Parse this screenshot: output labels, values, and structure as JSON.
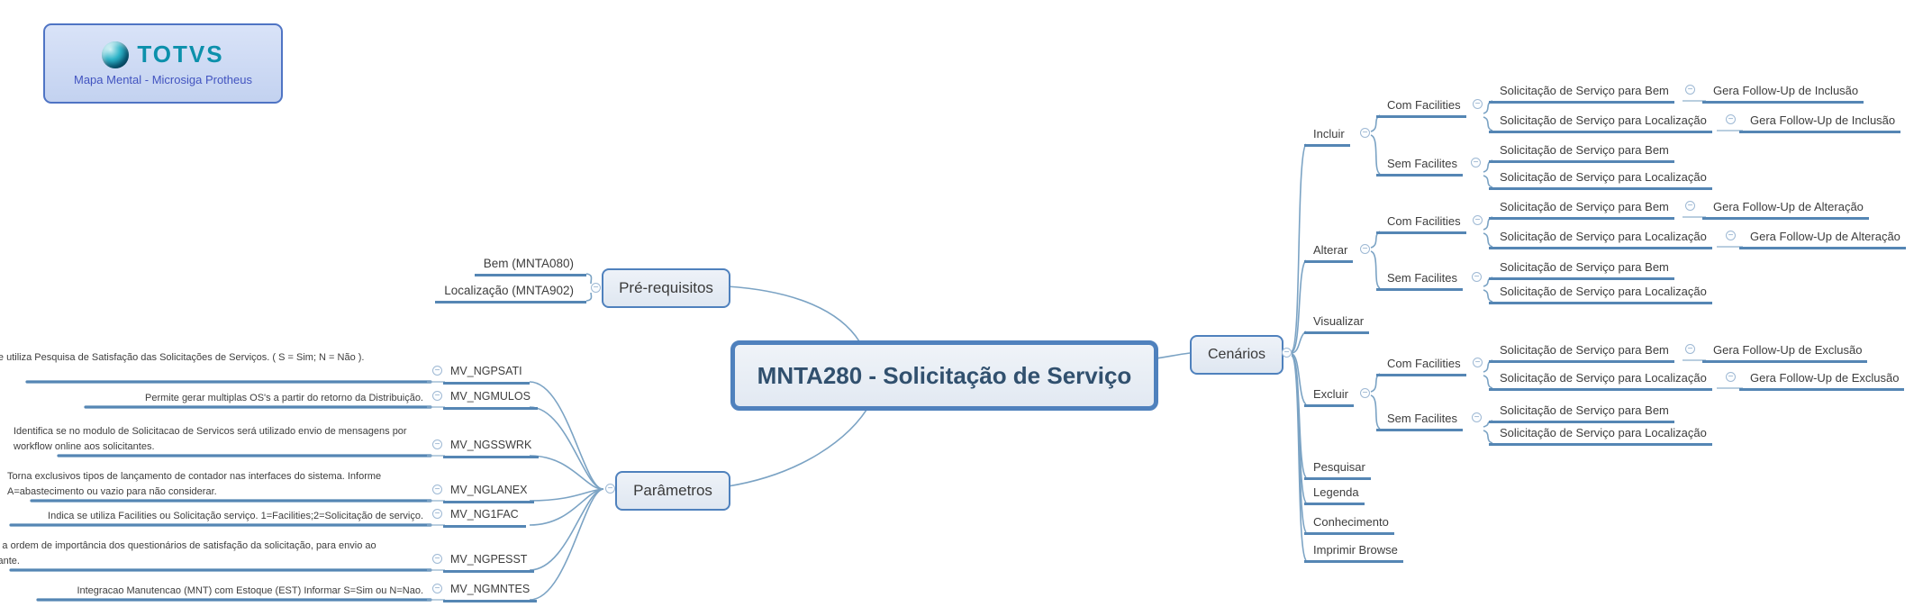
{
  "header": {
    "brand": "TOTVS",
    "subtitle": "Mapa Mental - Microsiga Protheus"
  },
  "root": {
    "label": "MNTA280 - Solicitação de Serviço"
  },
  "colors": {
    "line": "#5586b4",
    "curve": "#7ba3c4",
    "node_border": "#4f81bd",
    "node_fill": "#e6ecf4",
    "text": "#3d3d3d",
    "brand_teal": "#0c90ab",
    "brand_blue": "#4254c0"
  },
  "pre_requisitos": {
    "label": "Pré-requisitos",
    "children": [
      {
        "label": "Bem (MNTA080)"
      },
      {
        "label": "Localização (MNTA902)"
      }
    ]
  },
  "parametros": {
    "label": "Parâmetros",
    "rows": [
      {
        "desc": "Indica se utiliza Pesquisa de Satisfação das Solicitações de Serviços. ( S = Sim; N = Não ).",
        "code": "MV_NGPSATI"
      },
      {
        "desc": "Permite gerar multiplas OS's a partir do retorno da Distribuição.",
        "code": "MV_NGMULOS"
      },
      {
        "desc": "Identifica se no modulo de Solicitacao de Servicos será utilizado envio de mensagens por workflow online aos solicitantes.",
        "code": "MV_NGSSWRK"
      },
      {
        "desc": "Torna exclusivos tipos de lançamento de contador  nas interfaces do sistema. Informe A=abastecimento ou vazio para não considerar.",
        "code": "MV_NGLANEX"
      },
      {
        "desc": "Indica se utiliza Facilities ou Solicitação  serviço. 1=Facilities;2=Solicitação de serviço.",
        "code": "MV_NG1FAC"
      },
      {
        "desc": "Indica a ordem de importância dos questionários de satisfação da solicitação, para envio ao solicitante.",
        "code": "MV_NGPESST"
      },
      {
        "desc": "Integracao Manutencao (MNT) com Estoque (EST) Informar S=Sim ou N=Nao.",
        "code": "MV_NGMNTES"
      }
    ]
  },
  "cenarios": {
    "label": "Cenários",
    "groups": [
      {
        "label": "Incluir",
        "com": {
          "label": "Com Facilities",
          "items": [
            {
              "label": "Solicitação de Serviço para Bem",
              "follow": "Gera Follow-Up de Inclusão"
            },
            {
              "label": "Solicitação de Serviço para Localização",
              "follow": "Gera Follow-Up de Inclusão"
            }
          ]
        },
        "sem": {
          "label": "Sem Facilites",
          "items": [
            {
              "label": "Solicitação de Serviço para Bem"
            },
            {
              "label": "Solicitação de Serviço para Localização"
            }
          ]
        }
      },
      {
        "label": "Alterar",
        "com": {
          "label": "Com Facilities",
          "items": [
            {
              "label": "Solicitação de Serviço para Bem",
              "follow": "Gera Follow-Up de Alteração"
            },
            {
              "label": "Solicitação de Serviço para Localização",
              "follow": "Gera Follow-Up de Alteração"
            }
          ]
        },
        "sem": {
          "label": "Sem Facilites",
          "items": [
            {
              "label": "Solicitação de Serviço para Bem"
            },
            {
              "label": "Solicitação de Serviço para Localização"
            }
          ]
        }
      },
      {
        "label": "Excluir",
        "com": {
          "label": "Com Facilities",
          "items": [
            {
              "label": "Solicitação de Serviço para Bem",
              "follow": "Gera Follow-Up de Exclusão"
            },
            {
              "label": "Solicitação de Serviço para Localização",
              "follow": "Gera Follow-Up de Exclusão"
            }
          ]
        },
        "sem": {
          "label": "Sem Facilites",
          "items": [
            {
              "label": "Solicitação de Serviço para Bem"
            },
            {
              "label": "Solicitação de Serviço para Localização"
            }
          ]
        }
      }
    ],
    "visualizar": {
      "label": "Visualizar"
    },
    "extras": [
      {
        "label": "Pesquisar"
      },
      {
        "label": "Legenda"
      },
      {
        "label": "Conhecimento"
      },
      {
        "label": "Imprimir Browse"
      }
    ]
  },
  "icons": {
    "collapse": "−"
  }
}
